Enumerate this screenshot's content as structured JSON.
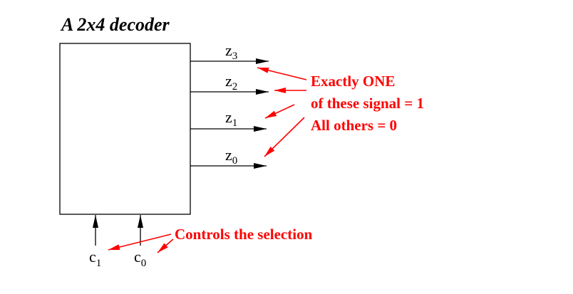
{
  "title": "A 2x4 decoder",
  "outputs": [
    {
      "base": "z",
      "sub": "3"
    },
    {
      "base": "z",
      "sub": "2"
    },
    {
      "base": "z",
      "sub": "1"
    },
    {
      "base": "z",
      "sub": "0"
    }
  ],
  "inputs": [
    {
      "base": "c",
      "sub": "1"
    },
    {
      "base": "c",
      "sub": "0"
    }
  ],
  "annotations": {
    "output_note": [
      "Exactly ONE",
      "of these signal = 1",
      "All others = 0"
    ],
    "input_note": "Controls the selection"
  },
  "colors": {
    "annotation": "#ff0000",
    "lines": "#000000"
  }
}
